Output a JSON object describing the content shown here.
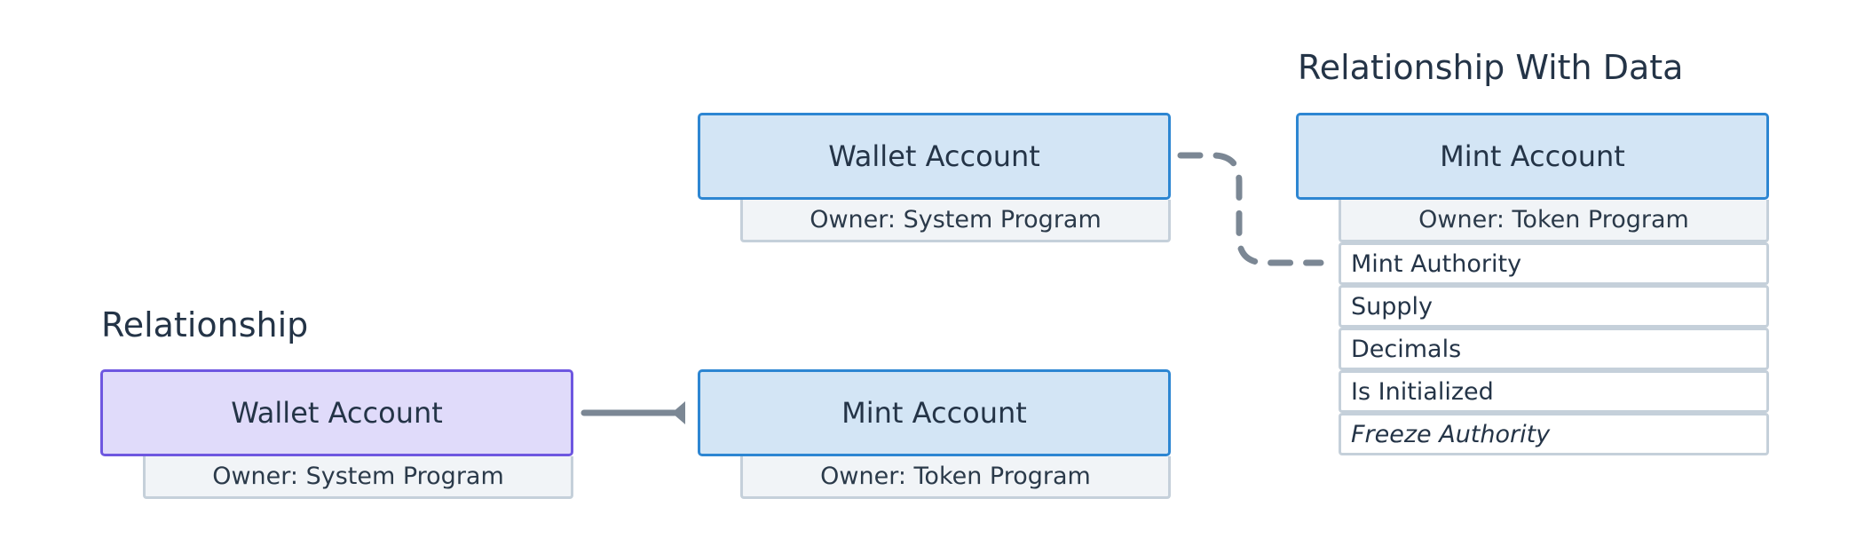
{
  "sections": {
    "relationship_with_data": {
      "title": "Relationship With Data",
      "wallet": {
        "label": "Wallet Account",
        "owner": "Owner: System Program"
      },
      "mint": {
        "label": "Mint Account",
        "owner": "Owner: Token Program",
        "fields": [
          "Mint Authority",
          "Supply",
          "Decimals",
          "Is Initialized",
          "Freeze Authority"
        ]
      }
    },
    "relationship": {
      "title": "Relationship",
      "wallet": {
        "label": "Wallet Account",
        "owner": "Owner: System Program"
      },
      "mint": {
        "label": "Mint Account",
        "owner": "Owner: Token Program"
      }
    }
  },
  "colors": {
    "account_fill": "#d3e5f5",
    "account_border": "#2d86d2",
    "wallet_highlight_fill": "#e0dbfa",
    "wallet_highlight_border": "#6e57e0",
    "connector": "#7b8794"
  }
}
